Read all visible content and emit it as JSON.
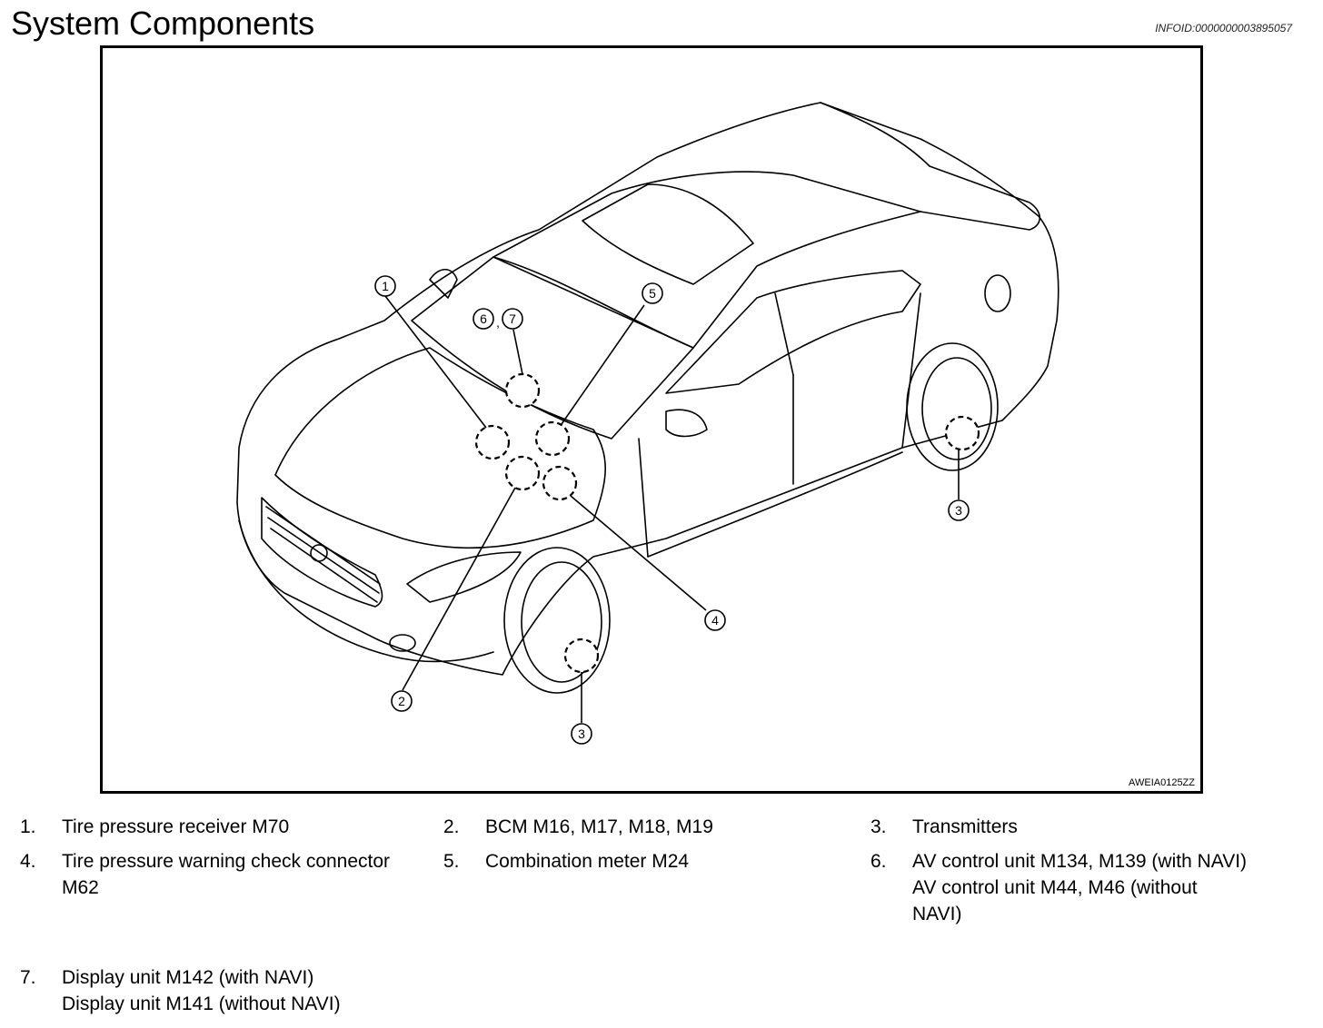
{
  "header": {
    "title": "System Components",
    "info_id": "INFOID:0000000003895057"
  },
  "figure": {
    "figure_id": "AWEIA0125ZZ",
    "callouts": {
      "c1": "1",
      "c2": "2",
      "c3a": "3",
      "c3b": "3",
      "c4": "4",
      "c5": "5",
      "c6": "6",
      "c7": "7",
      "sep": ","
    }
  },
  "legend": [
    {
      "num": "1.",
      "lines": [
        "Tire pressure receiver M70"
      ]
    },
    {
      "num": "2.",
      "lines": [
        "BCM M16, M17, M18, M19"
      ]
    },
    {
      "num": "3.",
      "lines": [
        "Transmitters"
      ]
    },
    {
      "num": "4.",
      "lines": [
        "Tire pressure warning check connector M62"
      ]
    },
    {
      "num": "5.",
      "lines": [
        "Combination meter M24"
      ]
    },
    {
      "num": "6.",
      "lines": [
        "AV control unit M134, M139 (with NAVI)",
        "AV control unit M44, M46 (without NAVI)"
      ]
    },
    {
      "num": "7.",
      "lines": [
        "Display unit M142 (with NAVI)",
        "Display unit M141 (without NAVI)"
      ]
    }
  ]
}
